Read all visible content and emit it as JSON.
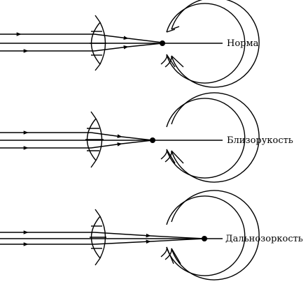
{
  "diagram": {
    "panels": [
      {
        "id": "normal",
        "label": "Норма"
      },
      {
        "id": "myopia",
        "label": "Близорукость"
      },
      {
        "id": "hyperopia",
        "label": "Дальнозоркость"
      }
    ],
    "colors": {
      "ink": "#000000",
      "background": "#ffffff"
    }
  }
}
